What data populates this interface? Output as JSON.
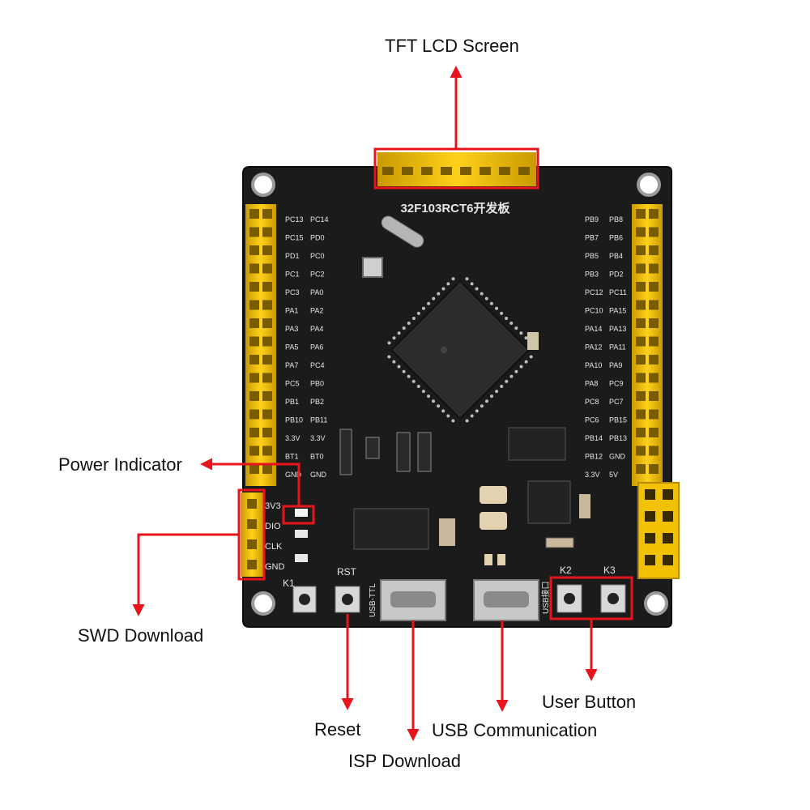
{
  "colors": {
    "annotation": "#e8141b",
    "pcb": "#1b1b1b",
    "header": "#f2c200",
    "silkscreen": "#e6e6e6",
    "chip": "#2c2c2c"
  },
  "callouts": {
    "tft_lcd": "TFT LCD Screen",
    "power_indicator": "Power Indicator",
    "swd_download": "SWD Download",
    "reset": "Reset",
    "isp_download": "ISP Download",
    "usb_communication": "USB Communication",
    "user_button": "User Button"
  },
  "board": {
    "title": "32F103RCT6开发板",
    "swd_labels": [
      "3V3",
      "DIO",
      "CLK",
      "GND"
    ],
    "left_pins": [
      [
        "PC13",
        "PC14"
      ],
      [
        "PC15",
        "PD0"
      ],
      [
        "PD1",
        "PC0"
      ],
      [
        "PC1",
        "PC2"
      ],
      [
        "PC3",
        "PA0"
      ],
      [
        "PA1",
        "PA2"
      ],
      [
        "PA3",
        "PA4"
      ],
      [
        "PA5",
        "PA6"
      ],
      [
        "PA7",
        "PC4"
      ],
      [
        "PC5",
        "PB0"
      ],
      [
        "PB1",
        "PB2"
      ],
      [
        "PB10",
        "PB11"
      ],
      [
        "3.3V",
        "3.3V"
      ],
      [
        "BT1",
        "BT0"
      ],
      [
        "GND",
        "GND"
      ]
    ],
    "right_pins": [
      [
        "PB9",
        "PB8"
      ],
      [
        "PB7",
        "PB6"
      ],
      [
        "PB5",
        "PB4"
      ],
      [
        "PB3",
        "PD2"
      ],
      [
        "PC12",
        "PC11"
      ],
      [
        "PC10",
        "PA15"
      ],
      [
        "PA14",
        "PA13"
      ],
      [
        "PA12",
        "PA11"
      ],
      [
        "PA10",
        "PA9"
      ],
      [
        "PA8",
        "PC9"
      ],
      [
        "PC8",
        "PC7"
      ],
      [
        "PC6",
        "PB15"
      ],
      [
        "PB14",
        "PB13"
      ],
      [
        "PB12",
        "GND"
      ],
      [
        "3.3V",
        "5V"
      ]
    ],
    "buttons": {
      "k1": "K1",
      "rst": "RST",
      "k2": "K2",
      "k3": "K3"
    },
    "usb_ttl_label": "USB-TTL",
    "usb_label": "USB接口"
  }
}
